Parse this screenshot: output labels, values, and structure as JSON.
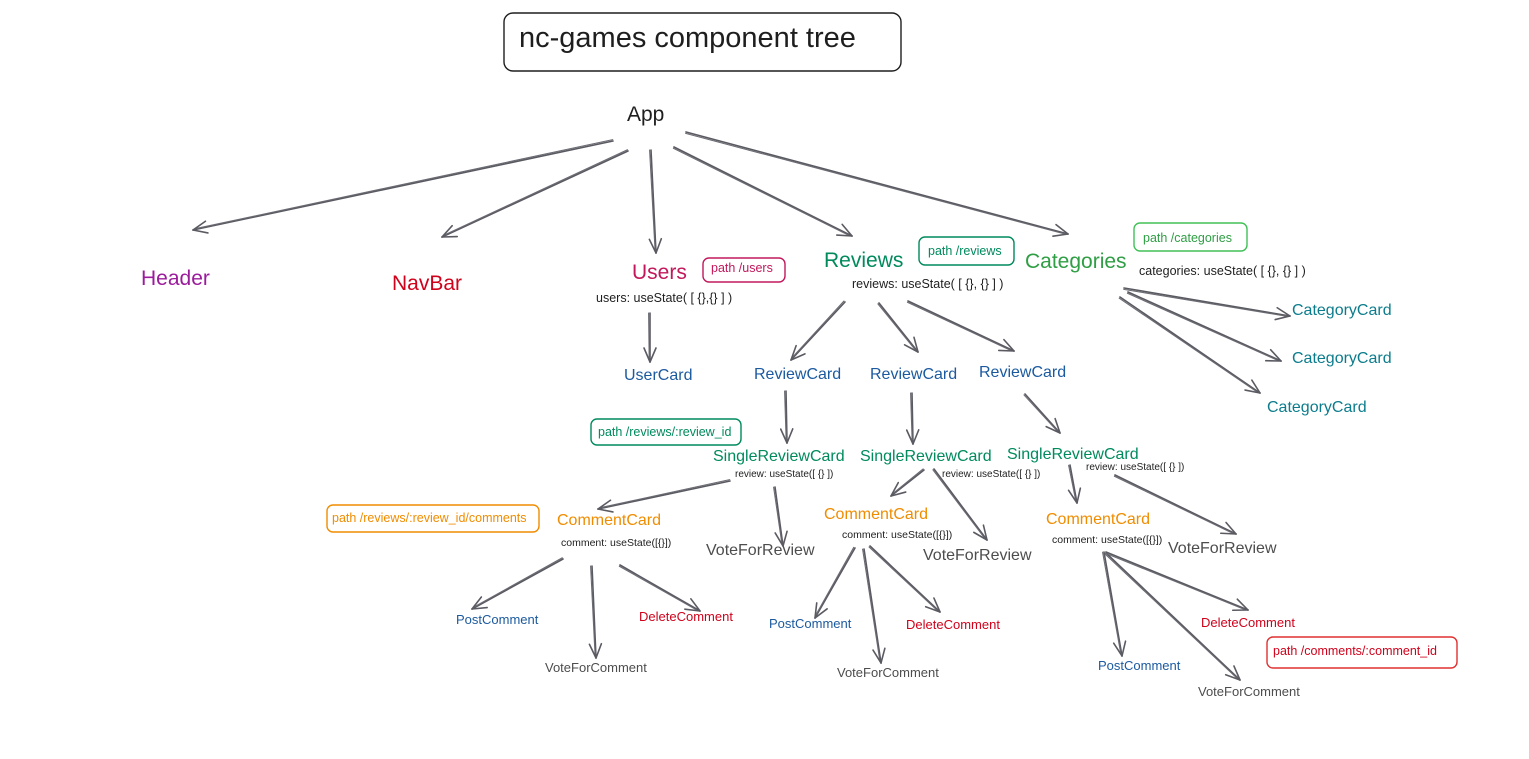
{
  "title": "nc-games component tree",
  "colors": {
    "black": "#1e1e1e",
    "purple": "#9c1b9c",
    "red": "#d0021b",
    "crimson": "#c2185b",
    "green": "#008a5e",
    "light_green": "#2f9e44",
    "teal": "#0c7c8c",
    "blue": "#1c5aa0",
    "orange": "#f08c00",
    "gray": "#4d4d4d"
  },
  "nodes": {
    "app": "App",
    "header": "Header",
    "navbar": "NavBar",
    "users": "Users",
    "reviews": "Reviews",
    "categories": "Categories",
    "user_card": "UserCard",
    "review_card_1": "ReviewCard",
    "review_card_2": "ReviewCard",
    "review_card_3": "ReviewCard",
    "category_card_1": "CategoryCard",
    "category_card_2": "CategoryCard",
    "category_card_3": "CategoryCard",
    "single_review_card_1": "SingleReviewCard",
    "single_review_card_2": "SingleReviewCard",
    "single_review_card_3": "SingleReviewCard",
    "comment_card_1": "CommentCard",
    "comment_card_2": "CommentCard",
    "comment_card_3": "CommentCard",
    "vote_for_review_1": "VoteForReview",
    "vote_for_review_2": "VoteForReview",
    "vote_for_review_3": "VoteForReview",
    "post_comment_1": "PostComment",
    "post_comment_2": "PostComment",
    "post_comment_3": "PostComment",
    "vote_for_comment_1": "VoteForComment",
    "vote_for_comment_2": "VoteForComment",
    "vote_for_comment_3": "VoteForComment",
    "delete_comment_1": "DeleteComment",
    "delete_comment_2": "DeleteComment",
    "delete_comment_3": "DeleteComment"
  },
  "state_labels": {
    "users": "users: useState( [ {},{} ] )",
    "reviews": "reviews: useState( [ {}, {} ] )",
    "categories": "categories: useState( [ {}, {} ] )",
    "review_1": "review: useState([ {} ])",
    "review_2": "review: useState([ {} ])",
    "review_3": "review: useState([ {} ])",
    "comment_1": "comment: useState([{}])",
    "comment_2": "comment: useState([{}])",
    "comment_3": "comment: useState([{}])"
  },
  "path_tags": {
    "users": "path /users",
    "reviews": "path /reviews",
    "categories": "path /categories",
    "review_id": "path /reviews/:review_id",
    "comments": "path /reviews/:review_id/comments",
    "comment_id": "path /comments/:comment_id"
  }
}
